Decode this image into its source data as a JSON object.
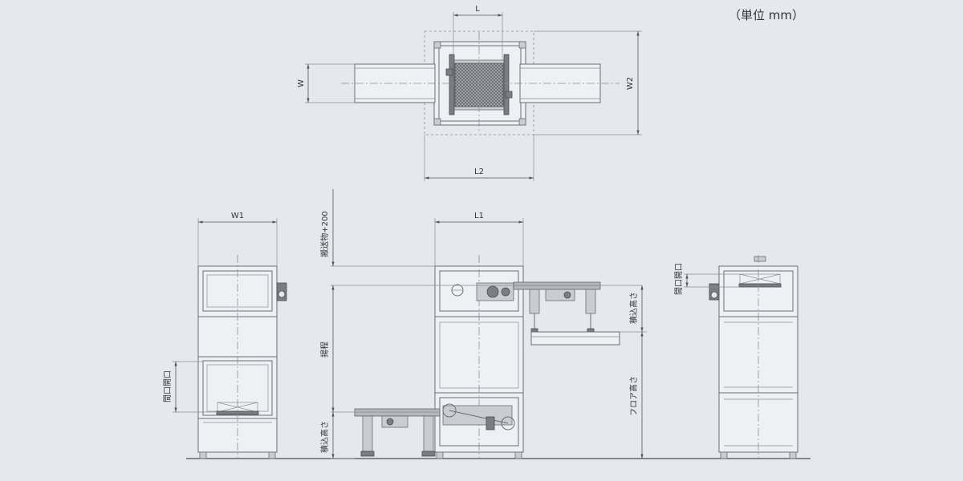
{
  "unit_note": "（単位 mm）",
  "dimensions": {
    "top_L": "L",
    "top_W": "W",
    "top_W2": "W2",
    "top_L2": "L2",
    "side_W1": "W1",
    "front_L1": "L1",
    "carry_plus": "搬送物+200",
    "stroke": "揚程",
    "load_height_upper": "積込高さ",
    "floor_height": "フロア高さ",
    "load_height_lower": "積込高さ",
    "opening_left": "間口開口",
    "opening_right": "間口開口"
  }
}
